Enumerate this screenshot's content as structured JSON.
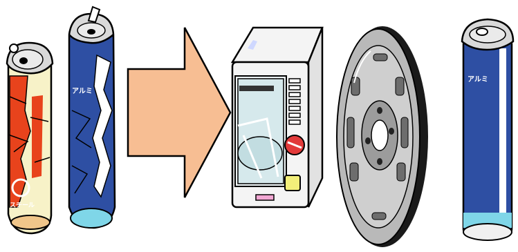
{
  "steel_can_label": "スチール",
  "aluminum_can_label": "アルミ",
  "recycled_can_label": "アルミ",
  "colors": {
    "steel_red": "#e8431c",
    "steel_cream": "#f7f2c8",
    "aluminum_blue": "#2e4fa3",
    "arrow_fill": "#f7be93",
    "microwave_body": "#f4f4f4",
    "microwave_glass": "#d6e9ec",
    "knob_red": "#e23a3a",
    "button_yellow": "#f2ef7a",
    "wheel_gray": "#b9b9b9",
    "can_bottom_cyan": "#7fd6e8"
  },
  "icons": [
    "crushed-steel-can-icon",
    "crushed-aluminum-can-icon",
    "process-arrow-icon",
    "microwave-oven-icon",
    "car-wheel-icon",
    "new-aluminum-can-icon"
  ]
}
